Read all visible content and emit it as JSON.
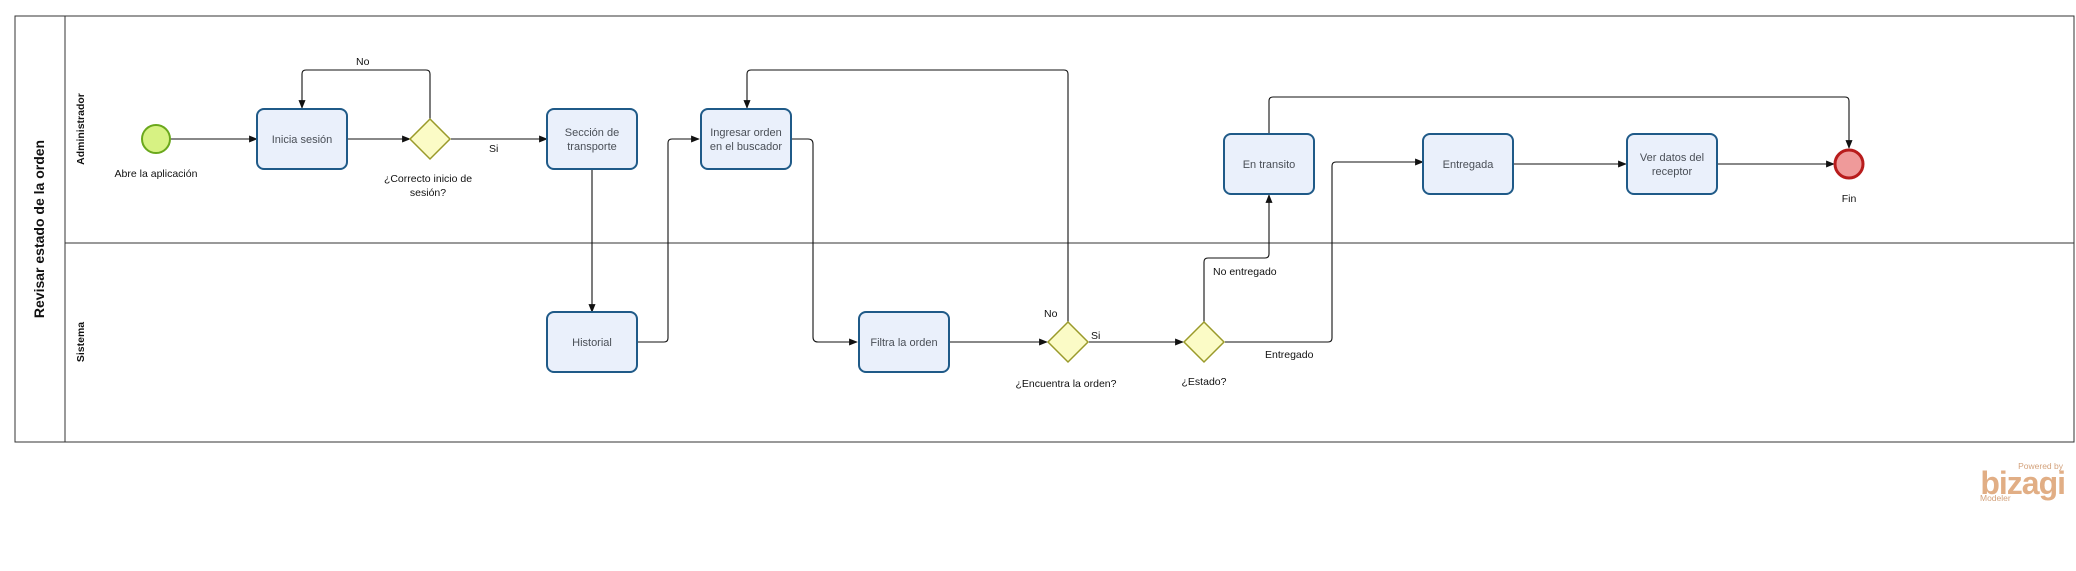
{
  "pool": {
    "title": "Revisar estado de la orden"
  },
  "lanes": [
    {
      "id": "admin",
      "title": "Administrador"
    },
    {
      "id": "sistema",
      "title": "Sistema"
    }
  ],
  "events": {
    "start": {
      "label": "Abre la aplicación"
    },
    "end": {
      "label": "Fin"
    }
  },
  "tasks": {
    "inicia": [
      "Inicia sesión"
    ],
    "seccion": [
      "Sección de",
      "transporte"
    ],
    "ingresar": [
      "Ingresar orden",
      "en el buscador"
    ],
    "transito": [
      "En transito"
    ],
    "entregada": [
      "Entregada"
    ],
    "verdatos": [
      "Ver datos del",
      "receptor"
    ],
    "historial": [
      "Historial"
    ],
    "filtra": [
      "Filtra la orden"
    ]
  },
  "gateways": {
    "correcto": [
      "¿Correcto inicio de",
      "sesión?"
    ],
    "encuentra": [
      "¿Encuentra la orden?"
    ],
    "estado": [
      "¿Estado?"
    ]
  },
  "flow_labels": {
    "g1_no": "No",
    "g1_si": "Si",
    "g2_no": "No",
    "g2_si": "Si",
    "g3_no_entregado": "No entregado",
    "g3_entregado": "Entregado"
  },
  "watermark": {
    "powered": "Powered by",
    "brand": "bizagi",
    "product": "Modeler"
  },
  "colors": {
    "task_fill": "#eaf0fb",
    "task_stroke": "#1f5a88",
    "gateway_fill": "#fbfbc6",
    "gateway_stroke": "#9a9a2a",
    "start_fill": "#d7f283",
    "start_stroke": "#6aa81c",
    "end_fill": "#ef9a9a",
    "end_stroke": "#b81c1c",
    "watermark": "#e1ae85"
  }
}
